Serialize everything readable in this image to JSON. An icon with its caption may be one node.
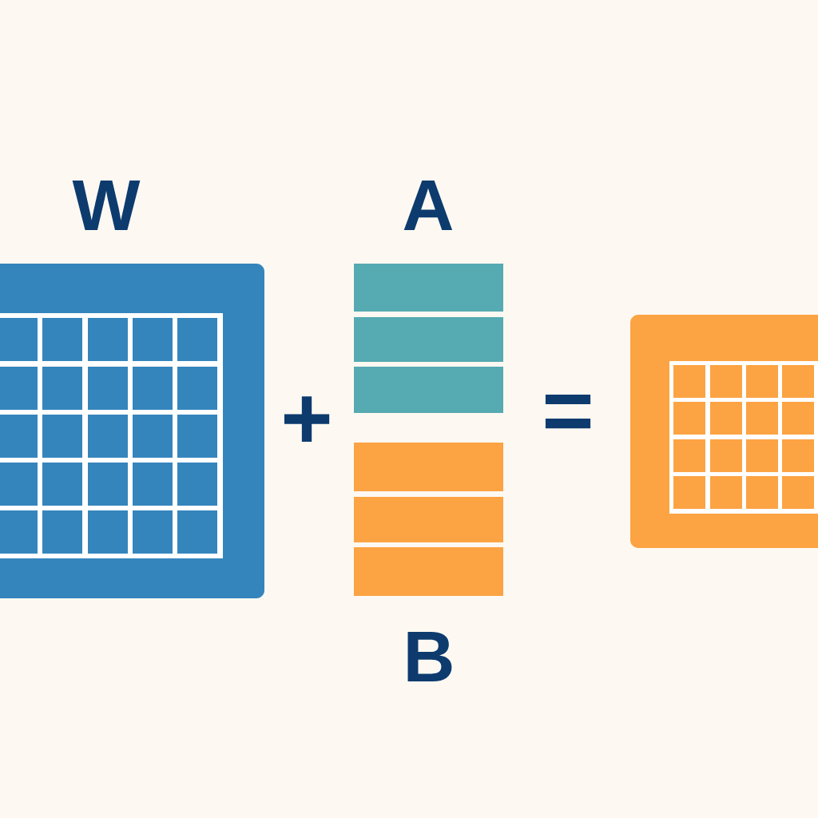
{
  "diagram": {
    "nodes": [
      {
        "text": [
          "W"
        ]
      },
      {
        "text": [
          "A"
        ]
      },
      {
        "text": [
          "B"
        ]
      },
      {
        "text": [],
        "shape": "box"
      }
    ],
    "labels": [
      "+",
      "="
    ]
  }
}
